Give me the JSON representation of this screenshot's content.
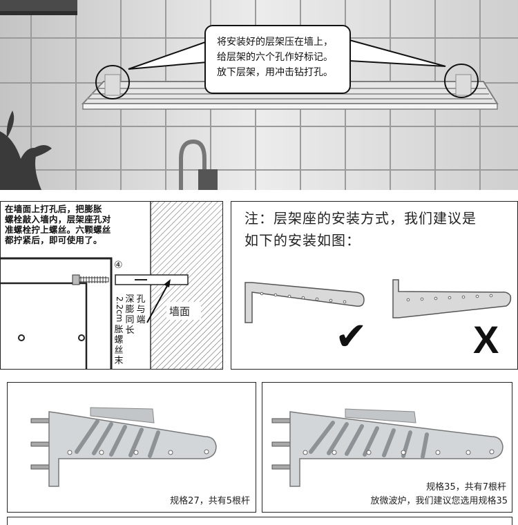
{
  "hero": {
    "callout_lines": [
      "将安装好的层架压在墙上，",
      "给层架的六个孔作好标记。",
      "放下层架，用冲击钻打孔。"
    ]
  },
  "step_panel": {
    "text_lines": [
      "在墙面上打孔后，把膨胀",
      "螺栓敲入墙内，层架座孔对",
      "准螺栓拧上螺丝。六颗螺丝",
      "都拧紧后，即可使用了。"
    ],
    "step_number": "④",
    "col1": [
      "孔",
      "与",
      "端"
    ],
    "col2": [
      "深",
      "膨",
      "同",
      "长"
    ],
    "col3": [
      "2.2cm",
      "胀",
      "螺",
      "丝",
      "末"
    ],
    "wall_label": "墙面"
  },
  "note_panel": {
    "title_lines": [
      "注：层架座的安装方式，我们建议是",
      "如下的安装如图："
    ],
    "correct_mark": "✔",
    "wrong_mark": "X"
  },
  "products": [
    {
      "caption_lines": [
        "规格27，共有5根杆"
      ]
    },
    {
      "caption_lines": [
        "规格35，共有7根杆",
        "放微波炉，我们建议您选用规格35"
      ]
    }
  ],
  "colors": {
    "steel": "#b8bcc0",
    "dark": "#222222",
    "wall": "#f2f2f2"
  }
}
